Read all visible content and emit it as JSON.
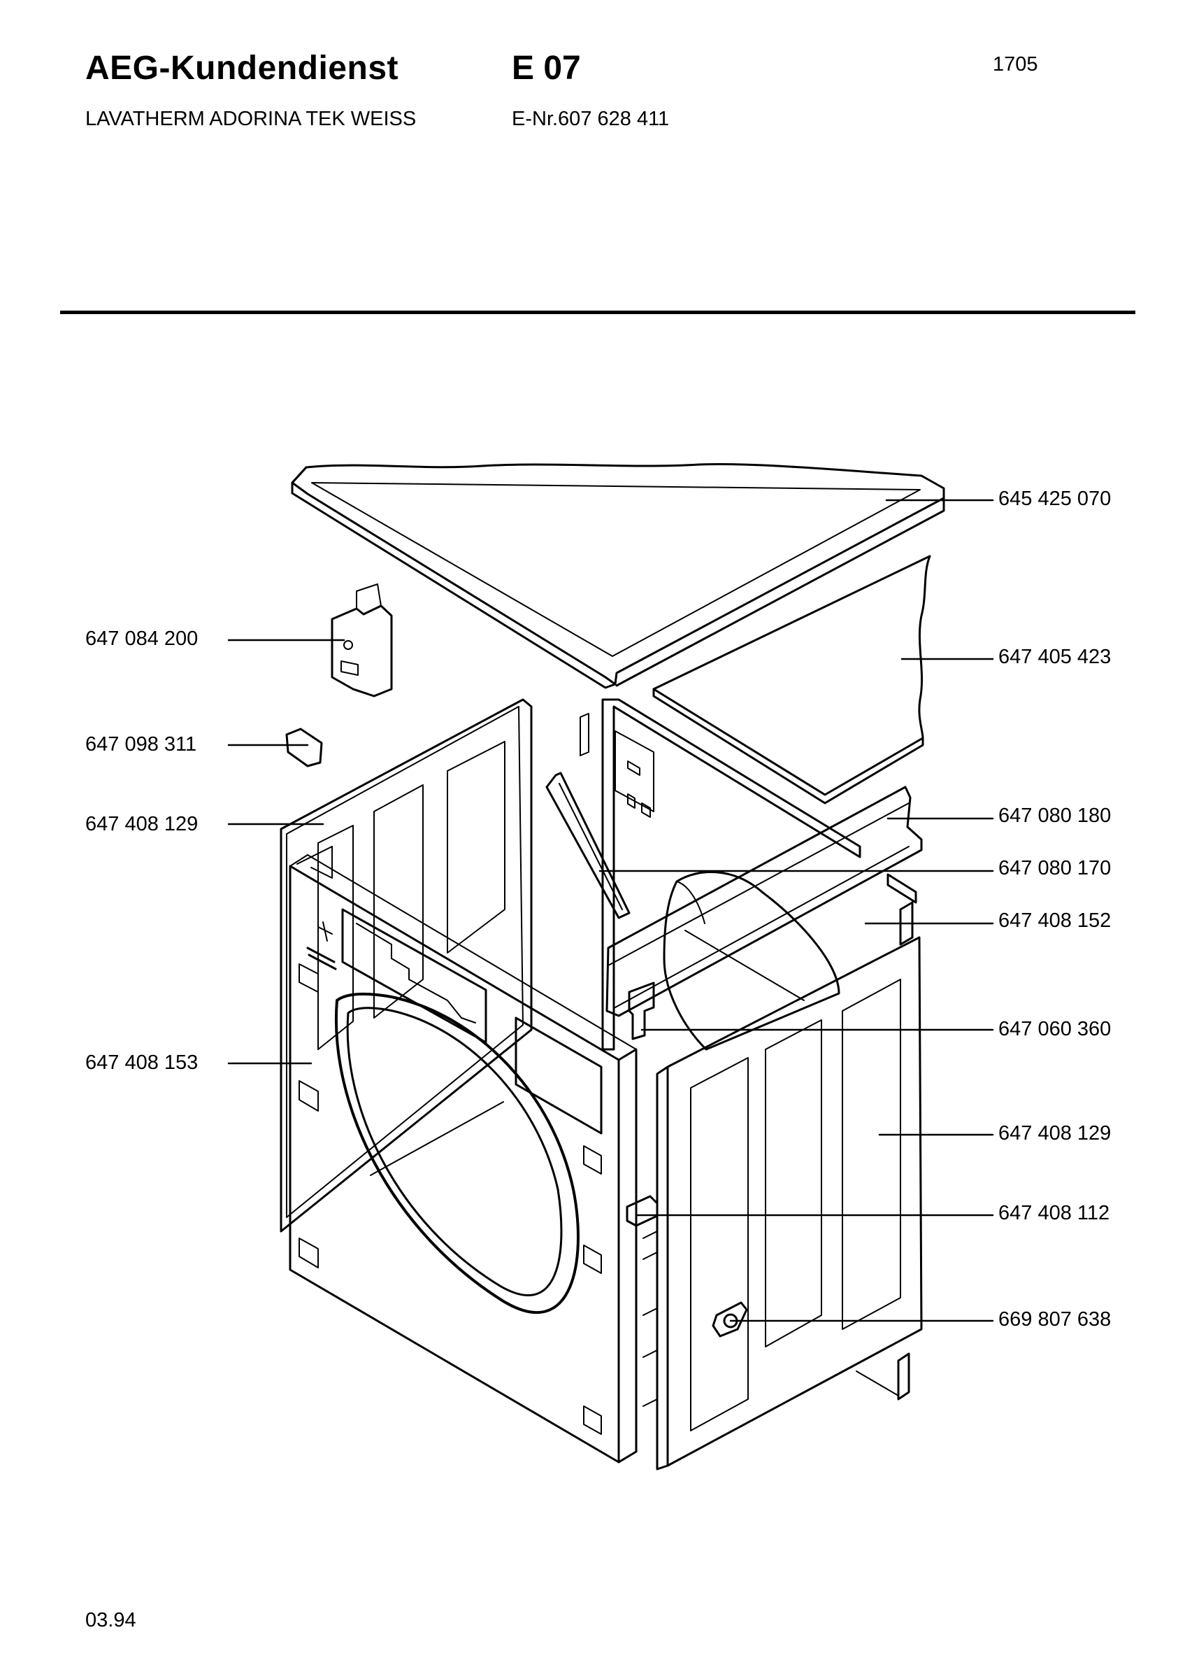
{
  "header": {
    "brand": "AEG-Kundendienst",
    "section_code": "E 07",
    "page_number": "1705",
    "model_name": "LAVATHERM ADORINA TEK WEISS",
    "e_number": "E-Nr.607 628 411"
  },
  "parts": [
    {
      "number": "645 425 070"
    },
    {
      "number": "647 405 423"
    },
    {
      "number": "647 080 180"
    },
    {
      "number": "647 080 170"
    },
    {
      "number": "647 408 152"
    },
    {
      "number": "647 060 360"
    },
    {
      "number": "647 408 129"
    },
    {
      "number": "647 408 112"
    },
    {
      "number": "669 807 638"
    },
    {
      "number": "647 084 200"
    },
    {
      "number": "647 098 311"
    },
    {
      "number": "647 408 129"
    },
    {
      "number": "647 408 153"
    }
  ],
  "footer": {
    "date": "03.94"
  }
}
